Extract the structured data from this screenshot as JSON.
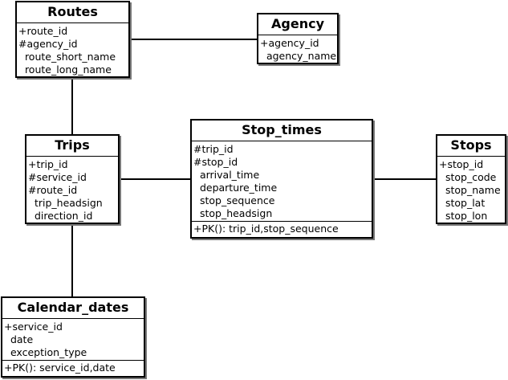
{
  "entities": {
    "routes": {
      "name": "Routes",
      "attributes": [
        "+route_id",
        "#agency_id",
        "  route_short_name",
        "  route_long_name"
      ]
    },
    "agency": {
      "name": "Agency",
      "attributes": [
        "+agency_id",
        "  agency_name"
      ]
    },
    "trips": {
      "name": "Trips",
      "attributes": [
        "+trip_id",
        "#service_id",
        "#route_id",
        "  trip_headsign",
        "  direction_id"
      ]
    },
    "stop_times": {
      "name": "Stop_times",
      "attributes": [
        "#trip_id",
        "#stop_id",
        "  arrival_time",
        "  departure_time",
        "  stop_sequence",
        "  stop_headsign"
      ],
      "methods": [
        "+PK(): trip_id,stop_sequence"
      ]
    },
    "stops": {
      "name": "Stops",
      "attributes": [
        "+stop_id",
        "  stop_code",
        "  stop_name",
        "  stop_lat",
        "  stop_lon"
      ]
    },
    "calendar_dates": {
      "name": "Calendar_dates",
      "attributes": [
        "+service_id",
        "  date",
        "  exception_type"
      ],
      "methods": [
        "+PK(): service_id,date"
      ]
    }
  },
  "relationships": [
    {
      "from": "routes",
      "to": "agency"
    },
    {
      "from": "routes",
      "to": "trips"
    },
    {
      "from": "trips",
      "to": "stop_times"
    },
    {
      "from": "stop_times",
      "to": "stops"
    },
    {
      "from": "trips",
      "to": "calendar_dates"
    }
  ]
}
